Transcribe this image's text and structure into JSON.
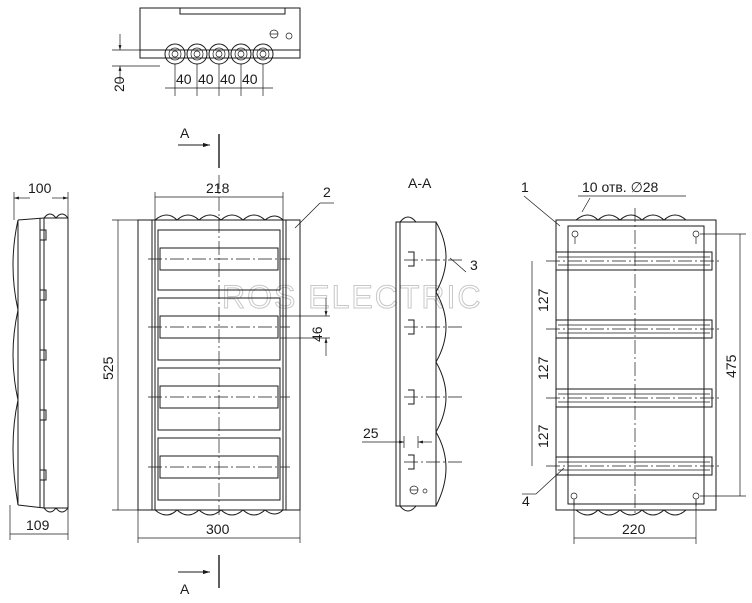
{
  "watermark": "ROS ELECTRIC",
  "section_label": "A-A",
  "section_arrow_label": "A",
  "holes_note": "10 отв. ∅28",
  "top_view": {
    "height_dim": "20",
    "pitch_dims": [
      "40",
      "40",
      "40",
      "40"
    ]
  },
  "side_view": {
    "top_dim": "100",
    "bottom_dim": "109"
  },
  "front_view": {
    "width_top_dim": "218",
    "height_dim": "525",
    "row_height_dim": "46",
    "width_bottom_dim": "300",
    "callout": "2"
  },
  "section_view": {
    "depth_dim": "25",
    "callout": "3"
  },
  "back_view": {
    "callout_top": "1",
    "callout_bottom": "4",
    "rail_pitch_dims": [
      "127",
      "127",
      "127"
    ],
    "mount_height_dim": "475",
    "mount_width_dim": "220"
  }
}
